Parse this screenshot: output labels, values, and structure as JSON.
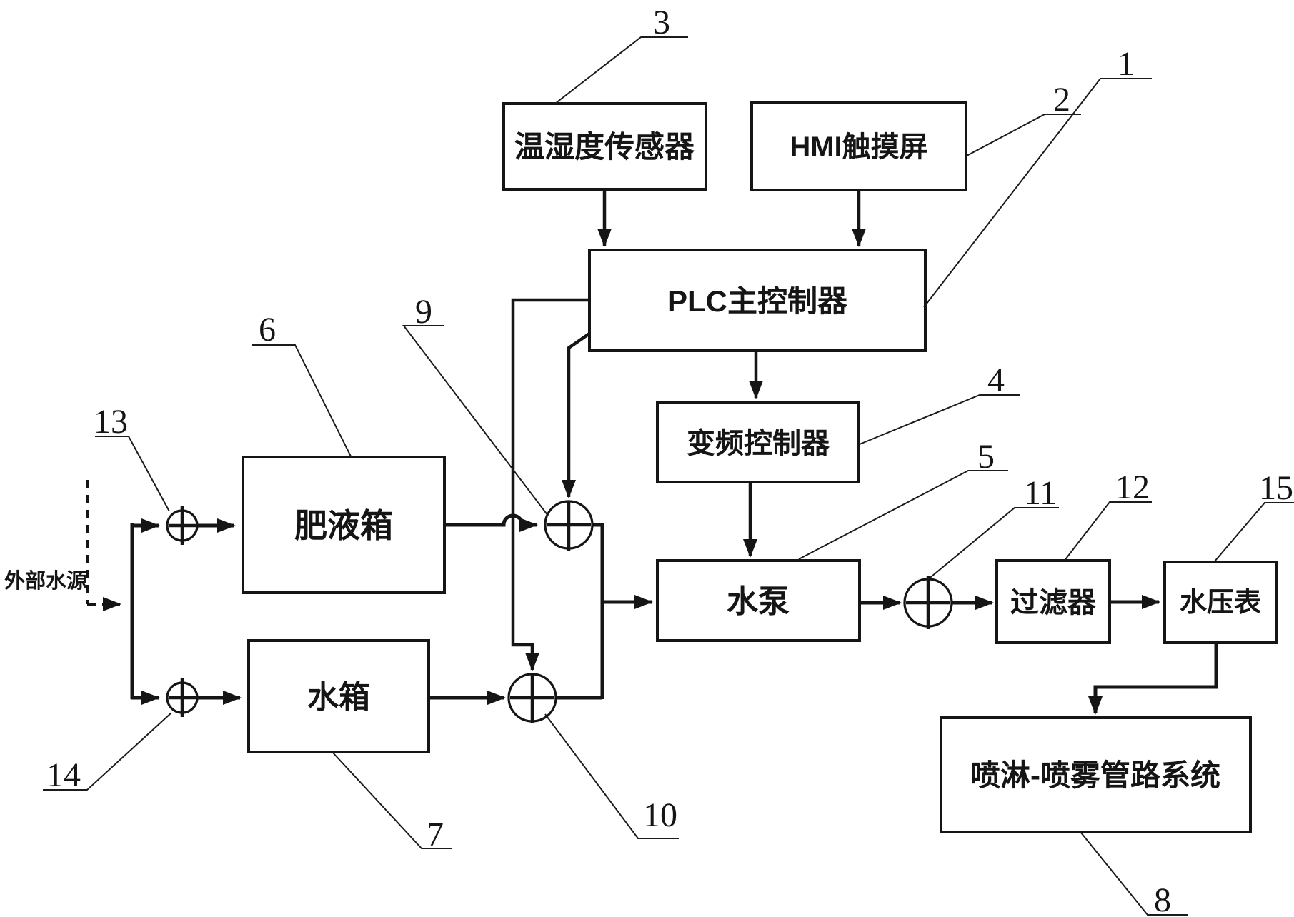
{
  "diagram": {
    "type": "patent-block-diagram",
    "language": "zh-CN",
    "background_color": "#ffffff",
    "line_color": "#151515",
    "blocks": {
      "temperature_humidity_sensor": {
        "label": "温湿度传感器",
        "ref": "3"
      },
      "hmi_touchscreen": {
        "label": "HMI触摸屏",
        "ref": "2"
      },
      "plc_main_controller": {
        "label": "PLC主控制器",
        "ref": "1"
      },
      "vfd_controller": {
        "label": "变频控制器",
        "ref": "4"
      },
      "fertilizer_tank": {
        "label": "肥液箱",
        "ref": "6"
      },
      "water_tank": {
        "label": "水箱",
        "ref": "7"
      },
      "water_pump": {
        "label": "水泵",
        "ref": "5"
      },
      "filter": {
        "label": "过滤器",
        "ref": "12"
      },
      "water_pressure_gauge": {
        "label": "水压表",
        "ref": "15"
      },
      "spray_mist_pipeline_system": {
        "label": "喷淋-喷雾管路系统",
        "ref": "8"
      }
    },
    "valves": {
      "fertilizer_inlet_valve": {
        "ref": "13"
      },
      "water_inlet_valve": {
        "ref": "14"
      },
      "fertilizer_outlet_valve": {
        "ref": "9"
      },
      "water_outlet_valve": {
        "ref": "10"
      },
      "pump_outlet_valve": {
        "ref": "11"
      }
    },
    "annotations": {
      "external_water_source": "外部水源"
    }
  }
}
